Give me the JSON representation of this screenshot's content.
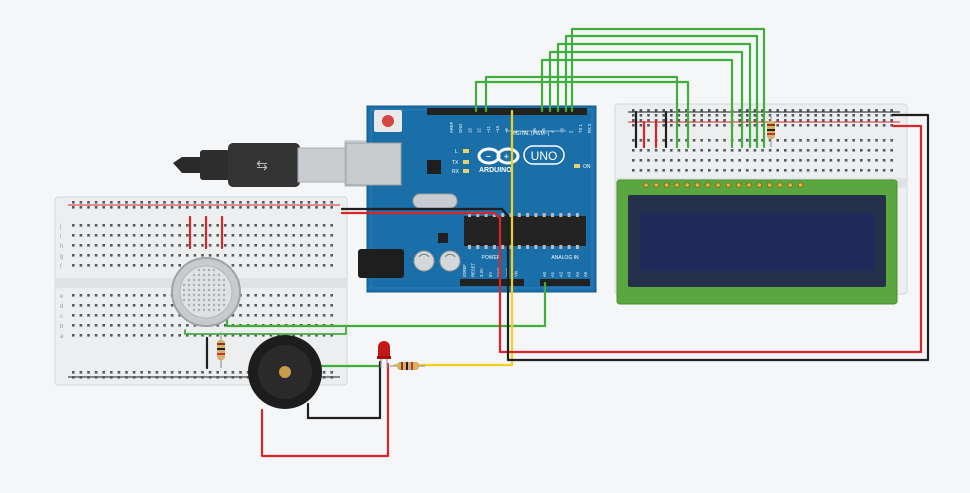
{
  "board": {
    "brand": "ARDUINO",
    "model": "UNO",
    "digital_header": "DIGITAL (PWM~)",
    "power_label": "POWER",
    "analog_label": "ANALOG IN",
    "on_label": "ON",
    "l_label": "L",
    "tx_label": "TX",
    "rx_label": "RX",
    "digital_pins": [
      "AREF",
      "GND",
      "13",
      "12",
      "~11",
      "~10",
      "~9",
      "8",
      "7",
      "~6",
      "~5",
      "4",
      "~3",
      "2",
      "TX 1",
      "RX 0"
    ],
    "power_pins": [
      "IOREF",
      "RESET",
      "3.3V",
      "5V",
      "GND",
      "GND",
      "Vin"
    ],
    "analog_pins": [
      "A0",
      "A1",
      "A2",
      "A3",
      "A4",
      "A5"
    ]
  },
  "breadboard_rows": [
    "a",
    "b",
    "c",
    "d",
    "e",
    "f",
    "g",
    "h",
    "i",
    "j"
  ],
  "colors": {
    "background": "#f4f6f8",
    "board_blue": "#1b6fa8",
    "wire_green": "#3fae3c",
    "wire_red": "#d7262b",
    "wire_black": "#1f1f1f",
    "wire_yellow": "#f2d01c",
    "lcd_pcb": "#5aa63f",
    "lcd_screen": "#1f2a5b",
    "led_red": "#c41818"
  },
  "icons": [
    "usb-cable-icon",
    "arduino-infinity-logo-icon"
  ]
}
